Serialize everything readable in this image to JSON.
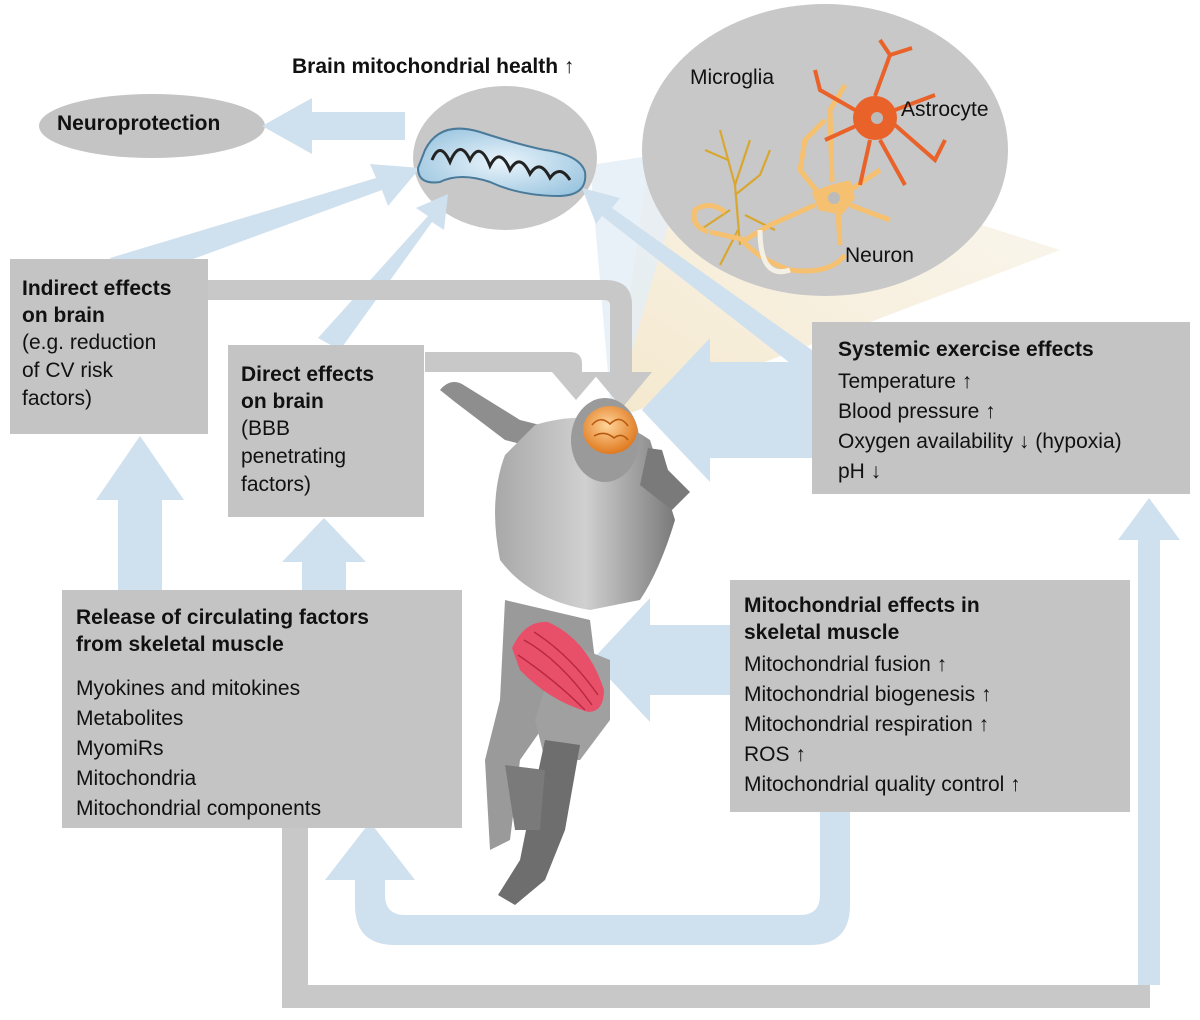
{
  "header": {
    "brain_mito": "Brain mitochondrial health ↑",
    "neuroprotection": "Neuroprotection"
  },
  "cells": {
    "microglia": "Microglia",
    "astrocyte": "Astrocyte",
    "neuron": "Neuron"
  },
  "indirect": {
    "title1": "Indirect effects",
    "title2": "on brain",
    "lines": [
      "(e.g. reduction",
      "of CV risk",
      "factors)"
    ]
  },
  "direct": {
    "title1": "Direct effects",
    "title2": "on brain",
    "lines": [
      "(BBB",
      "penetrating",
      "factors)"
    ]
  },
  "systemic": {
    "title": "Systemic exercise effects",
    "lines": [
      "Temperature ↑",
      "Blood pressure ↑",
      "Oxygen availability ↓ (hypoxia)",
      "pH ↓"
    ]
  },
  "release": {
    "title1": "Release of circulating factors",
    "title2": "from skeletal muscle",
    "lines": [
      "Myokines and mitokines",
      "Metabolites",
      "MyomiRs",
      "Mitochondria",
      "Mitochondrial components"
    ]
  },
  "mito_muscle": {
    "title1": "Mitochondrial effects in",
    "title2": "skeletal muscle",
    "lines": [
      "Mitochondrial fusion ↑",
      "Mitochondrial biogenesis ↑",
      "Mitochondrial respiration ↑",
      "ROS ↑",
      "Mitochondrial quality control ↑"
    ]
  },
  "colors": {
    "box": "#c4c4c4",
    "arrow_light_blue": "#cfe0ee",
    "arrow_gray": "#c8c8c8",
    "figure": "#8e8e8e",
    "muscle": "#e8506a",
    "brain": "#f0a050",
    "astrocyte": "#e8622a",
    "neuron": "#f5c070",
    "microglia": "#d9a730"
  }
}
